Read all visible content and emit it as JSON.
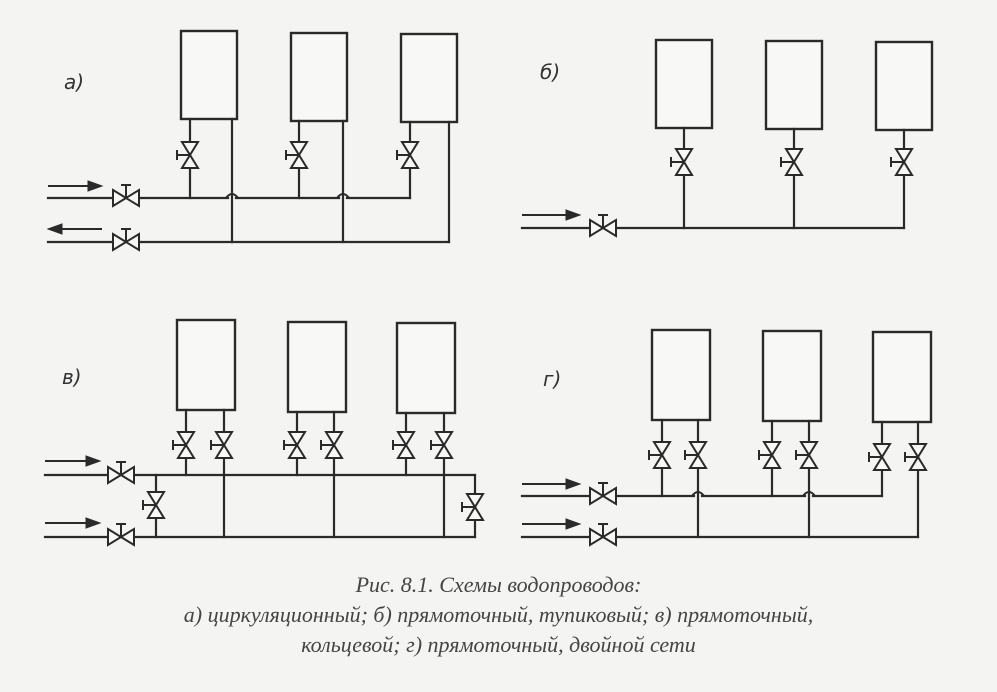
{
  "panels": [
    {
      "label": "а)",
      "scheme": "циркуляционный"
    },
    {
      "label": "б)",
      "scheme": "прямоточный, тупиковый"
    },
    {
      "label": "в)",
      "scheme": "прямоточный, кольцевой"
    },
    {
      "label": "г)",
      "scheme": "прямоточный, двойной сети"
    }
  ],
  "caption": {
    "title": "Рис. 8.1. Схемы водопроводов:",
    "line1": "а) циркуляционный; б) прямоточный, тупиковый; в) прямоточный,",
    "line2": "кольцевой; г) прямоточный, двойной сети"
  }
}
